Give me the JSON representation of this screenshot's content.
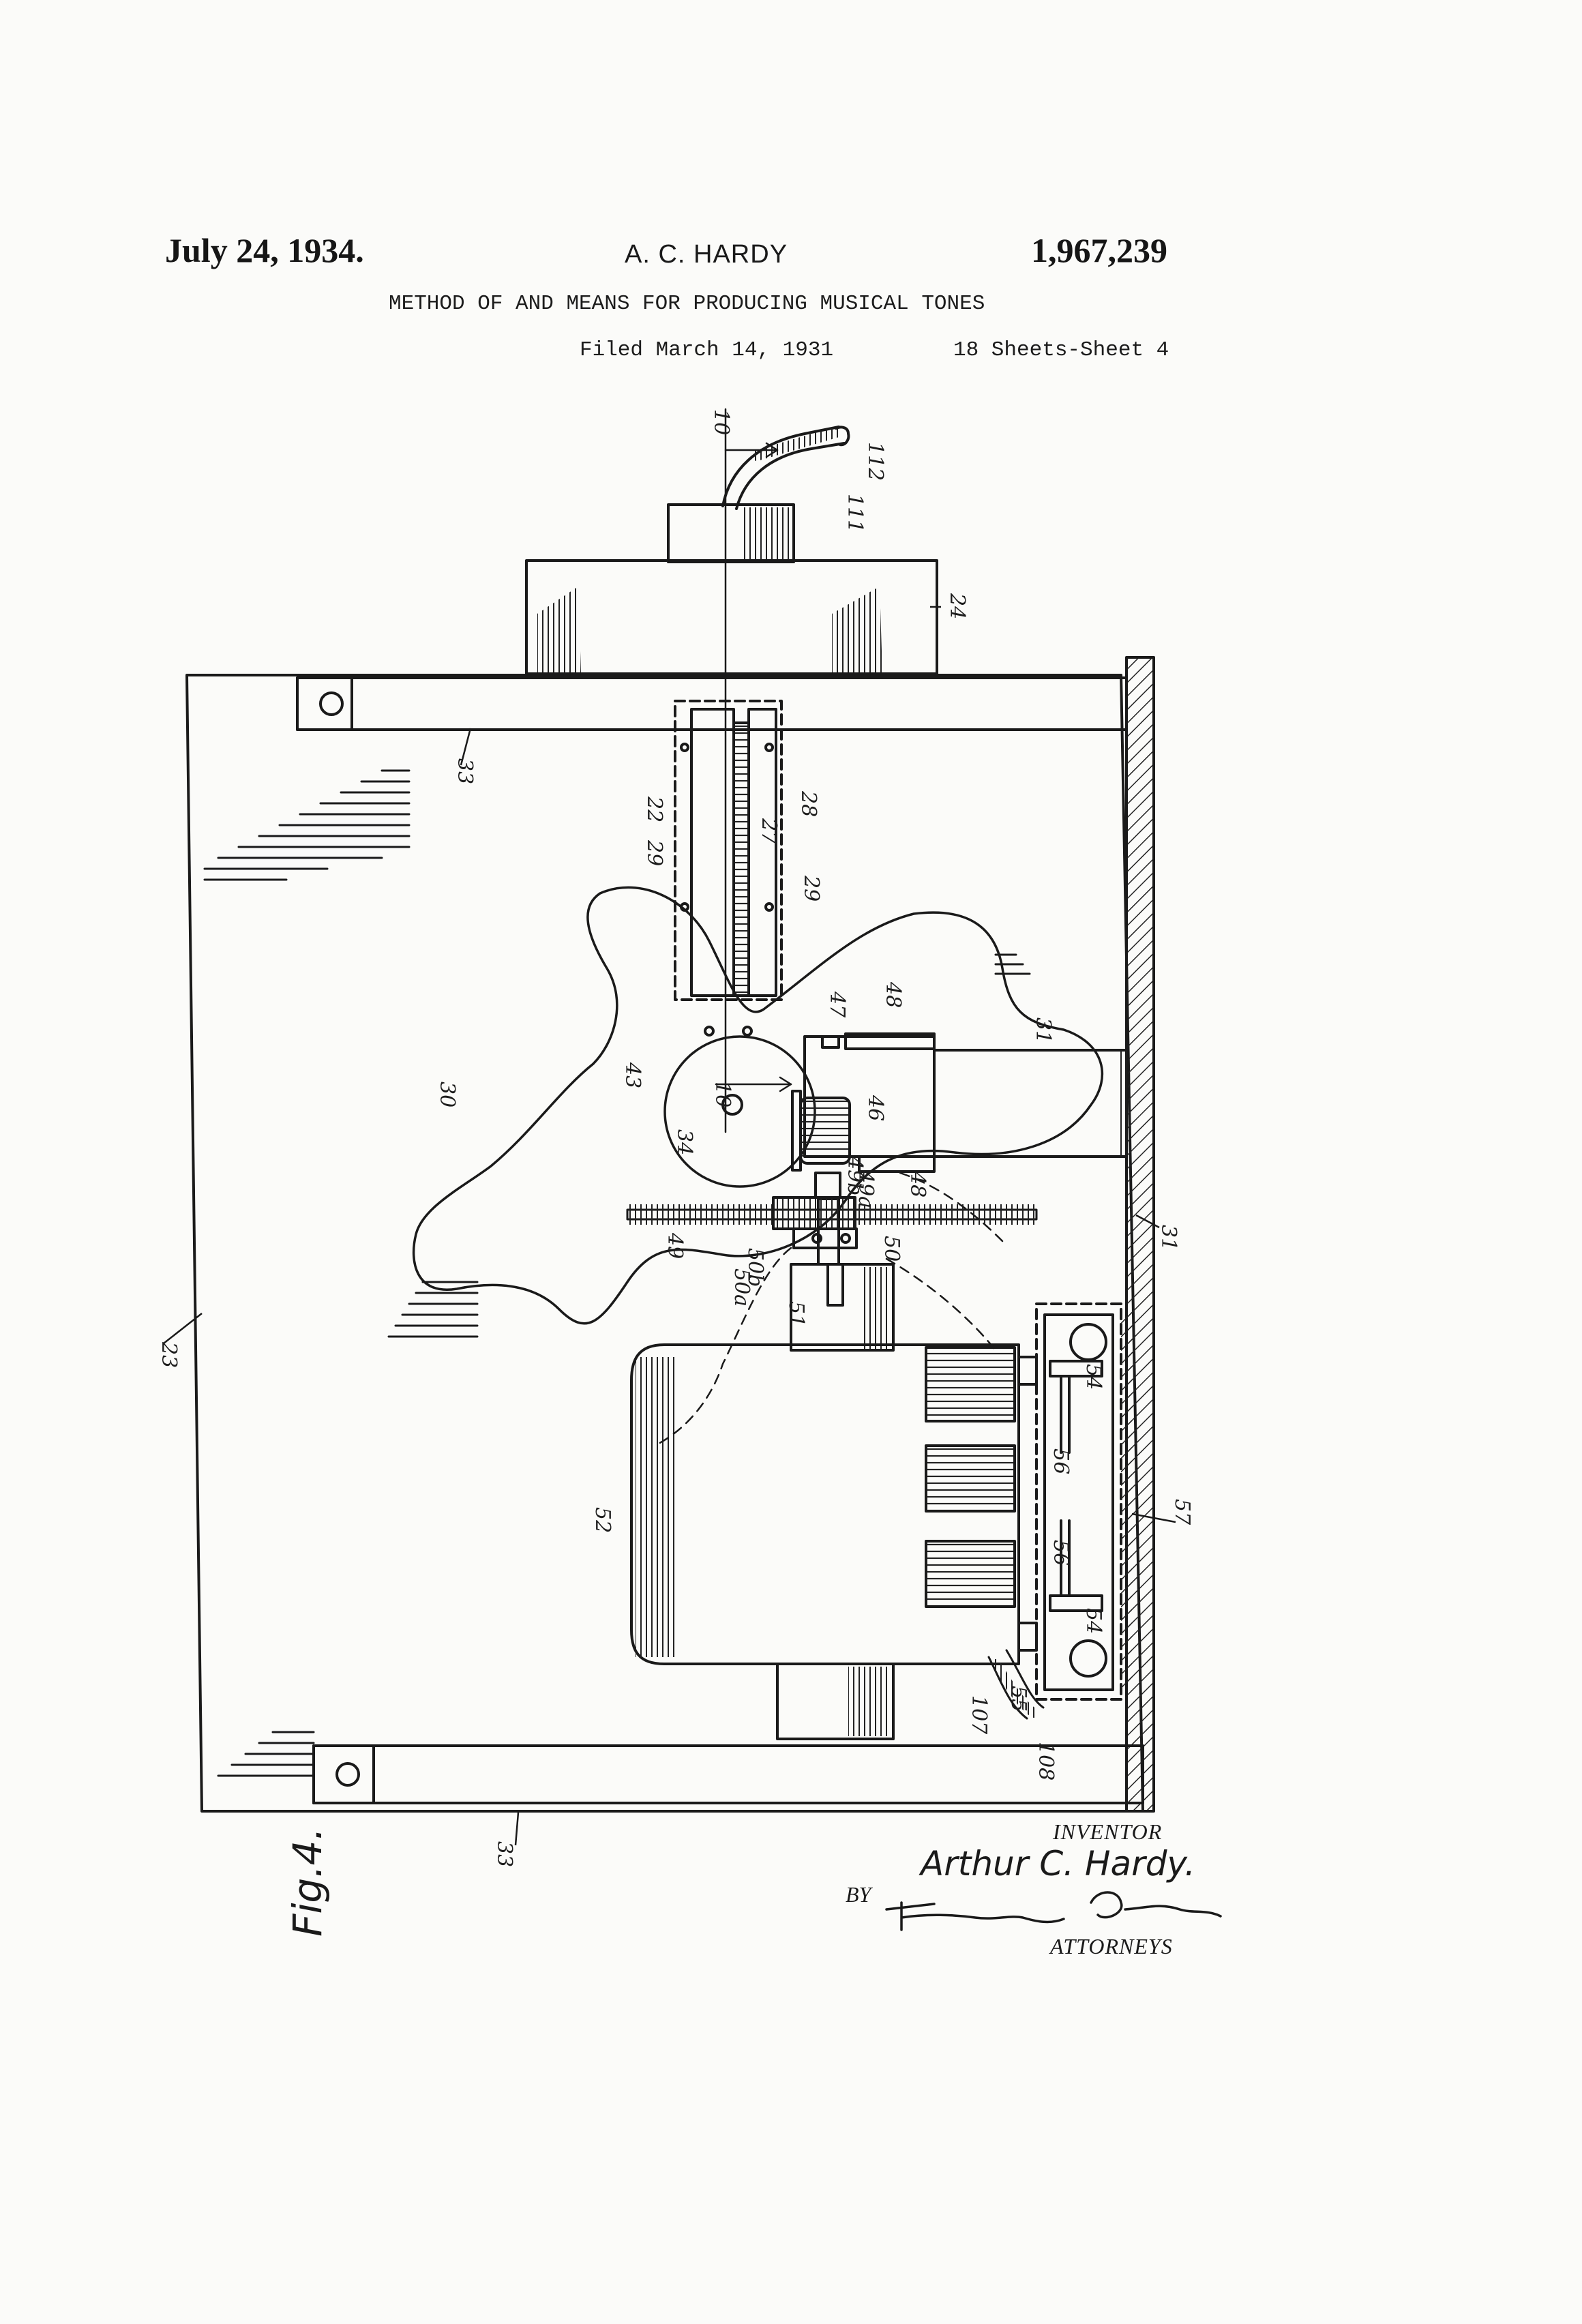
{
  "header": {
    "date": "July 24, 1934.",
    "inventor": "A. C. HARDY",
    "patent_number": "1,967,239",
    "title": "METHOD OF AND MEANS FOR PRODUCING MUSICAL TONES",
    "filed": "Filed March 14, 1931",
    "sheets": "18 Sheets-Sheet 4"
  },
  "figure": {
    "label": "Fig.4.",
    "reference_numerals": [
      "10",
      "111",
      "112",
      "24",
      "33",
      "22",
      "28",
      "29",
      "27",
      "29",
      "47",
      "48",
      "31",
      "43",
      "10",
      "34",
      "46",
      "49b",
      "49a",
      "48",
      "30",
      "49",
      "50a",
      "50b",
      "50",
      "51",
      "31",
      "23",
      "54",
      "56",
      "57",
      "52",
      "56",
      "54",
      "107",
      "55",
      "108",
      "33"
    ]
  },
  "signature": {
    "inventor_caption": "INVENTOR",
    "inventor_name": "Arthur C. Hardy.",
    "by": "BY",
    "attorneys_caption": "ATTORNEYS"
  },
  "colors": {
    "ink": "#1a1a1a",
    "paper": "#fbfbf9"
  }
}
